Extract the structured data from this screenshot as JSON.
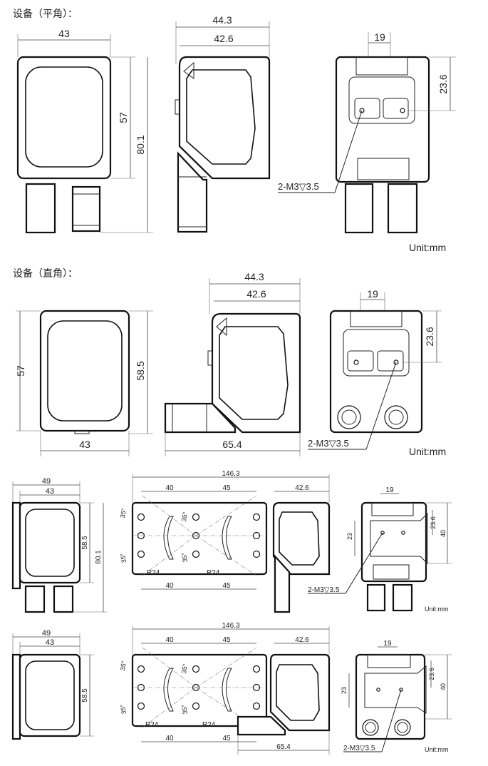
{
  "section1": {
    "title": "设备（平角）：",
    "front": {
      "width": "43",
      "height": "57",
      "total_height": "80.1"
    },
    "side": {
      "top_dim": "44.3",
      "second_dim": "42.6"
    },
    "back": {
      "width": "19",
      "height": "23.6",
      "thread": "2-M3▽3.5"
    },
    "unit": "Unit:mm"
  },
  "section2": {
    "title": "设备（直角）：",
    "front": {
      "height": "57",
      "height2": "58.5",
      "width": "43"
    },
    "side": {
      "top_dim": "44.3",
      "second_dim": "42.6",
      "length": "65.4"
    },
    "back": {
      "width": "19",
      "height": "23.6",
      "thread": "2-M3▽3.5"
    },
    "unit": "Unit:mm"
  },
  "section3": {
    "front": {
      "width_outer": "49",
      "width": "43",
      "height": "58.5",
      "total_height": "80.1"
    },
    "bracket": {
      "total": "146.3",
      "top_a": "40",
      "top_b": "45",
      "bottom_a": "40",
      "bottom_b": "45",
      "side": "42.6",
      "angle_1": "35°",
      "angle_2": "35°",
      "angle_3": "35°",
      "angle_4": "35°",
      "radius_1": "R24",
      "radius_2": "R24"
    },
    "back": {
      "width": "19",
      "height_a": "23",
      "height_b": "23.6",
      "height_c": "40",
      "thread": "2-M3▽3.5"
    },
    "unit": "Unit:mm"
  },
  "section4": {
    "front": {
      "width_outer": "49",
      "width": "43",
      "height": "58.5"
    },
    "bracket": {
      "total": "146.3",
      "top_a": "40",
      "top_b": "45",
      "bottom_a": "40",
      "bottom_b": "45",
      "side": "42.6",
      "length": "65.4",
      "angle_1": "35°",
      "angle_2": "35°",
      "angle_3": "35°",
      "angle_4": "35°",
      "radius_1": "R24",
      "radius_2": "R24"
    },
    "back": {
      "width": "19",
      "height_a": "23",
      "height_b": "23.6",
      "height_c": "40",
      "thread": "2-M3▽3.5"
    },
    "unit": "Unit:mm"
  }
}
